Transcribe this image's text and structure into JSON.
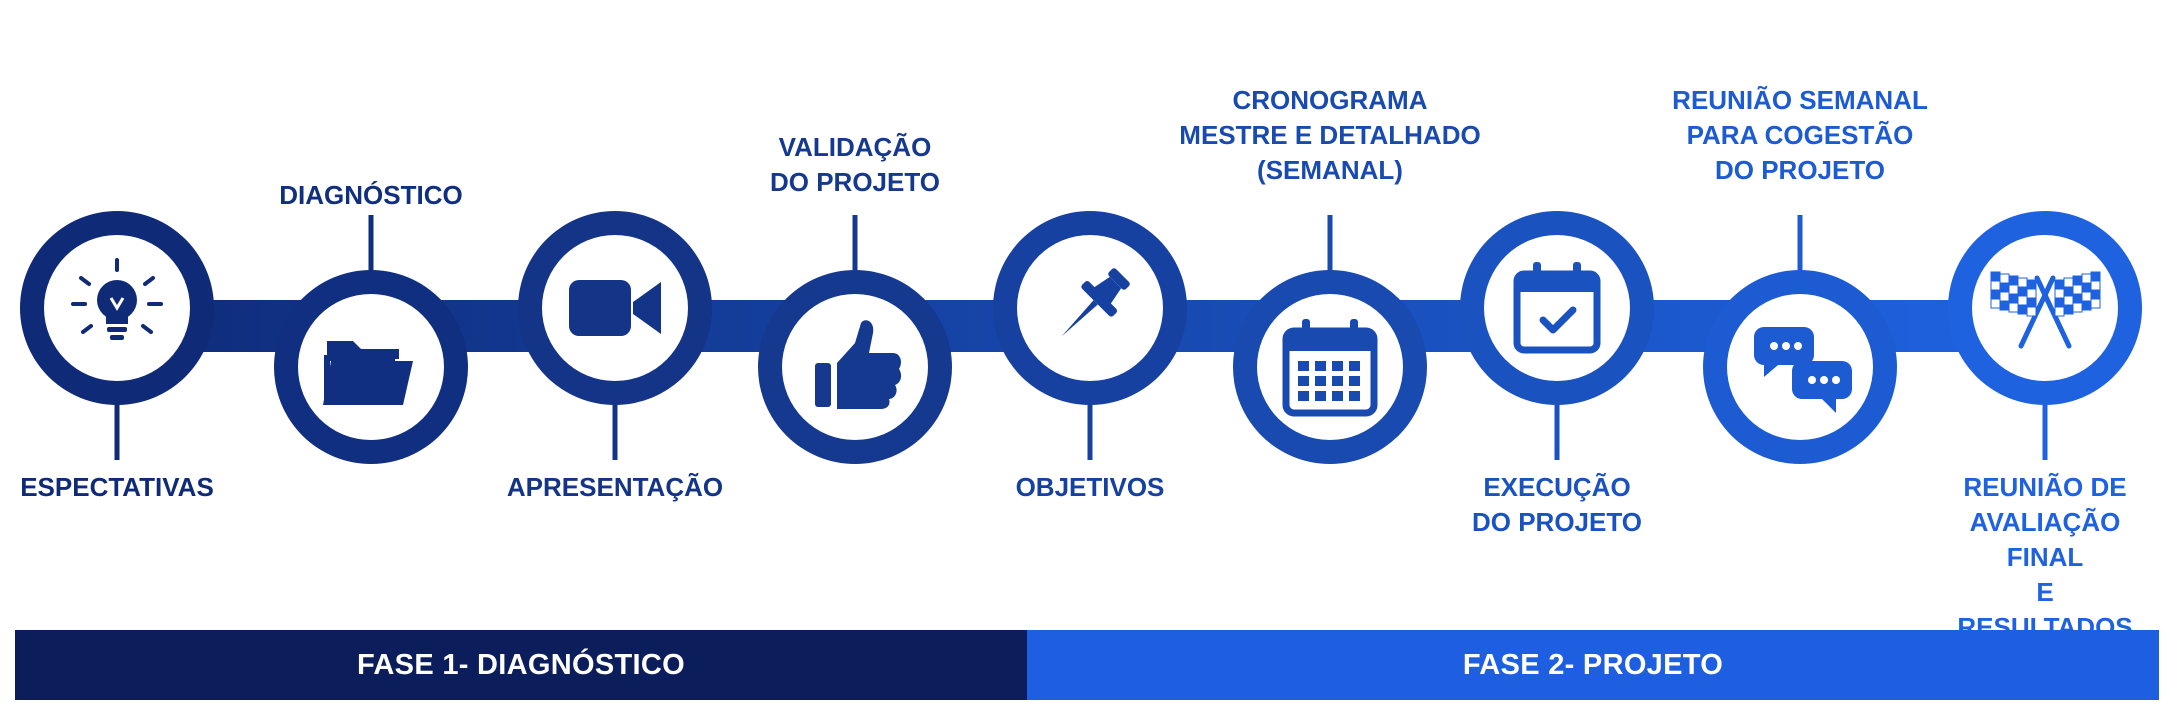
{
  "steps": [
    {
      "id": "expectativas",
      "label": "ESPECTATIVAS",
      "icon": "lightbulb-icon",
      "color": "#0f2b78",
      "label_position": "below"
    },
    {
      "id": "diagnostico",
      "label": "DIAGNÓSTICO",
      "icon": "folder-icon",
      "color": "#112f80",
      "label_position": "above"
    },
    {
      "id": "apresentacao",
      "label": "APRESENTAÇÃO",
      "icon": "video-camera-icon",
      "color": "#133487",
      "label_position": "below"
    },
    {
      "id": "validacao",
      "label": "VALIDAÇÃO\nDO PROJETO",
      "icon": "thumbs-up-icon",
      "color": "#15398f",
      "label_position": "above"
    },
    {
      "id": "objetivos",
      "label": "OBJETIVOS",
      "icon": "pushpin-icon",
      "color": "#1641a0",
      "label_position": "below"
    },
    {
      "id": "cronograma",
      "label": "CRONOGRAMA\nMESTRE E DETALHADO\n(SEMANAL)",
      "icon": "calendar-icon",
      "color": "#184aaf",
      "label_position": "above"
    },
    {
      "id": "execucao",
      "label": "EXECUÇÃO\nDO PROJETO",
      "icon": "calendar-check-icon",
      "color": "#1a52c0",
      "label_position": "below"
    },
    {
      "id": "reuniao-semanal",
      "label": "REUNIÃO SEMANAL\nPARA COGESTÃO\nDO PROJETO",
      "icon": "chat-bubbles-icon",
      "color": "#1c5bd2",
      "label_position": "above"
    },
    {
      "id": "reuniao-final",
      "label": "REUNIÃO DE\nAVALIAÇÃO FINAL\nE RESULTADOS\nATINGIDOS",
      "icon": "checkered-flags-icon",
      "color": "#1e62e0",
      "label_position": "below"
    }
  ],
  "phases": [
    {
      "id": "fase-1",
      "label": "FASE 1- DIAGNÓSTICO",
      "color": "#0b1e5b"
    },
    {
      "id": "fase-2",
      "label": "FASE 2- PROJETO",
      "color": "#1d5fe0"
    }
  ],
  "colors": {
    "dark_label": "#14327f",
    "light_label": "#1f5fd8"
  }
}
